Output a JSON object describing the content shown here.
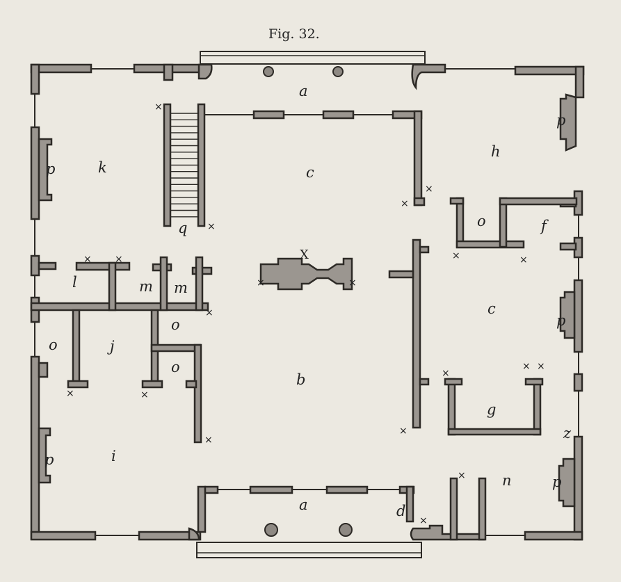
{
  "figure": {
    "title": "Fig. 32."
  },
  "labels": {
    "a_top": "a",
    "a_bottom": "a",
    "c_top": "c",
    "c_right": "c",
    "h": "h",
    "k": "k",
    "p_left_top": "p",
    "p_right_top": "p",
    "p_right_mid": "p",
    "p_left_bottom": "p",
    "p_right_bottom": "p",
    "q": "q",
    "o_upper": "o",
    "f": "f",
    "x_center": "X",
    "l": "l",
    "m_left": "m",
    "m_right": "m",
    "o_mid": "o",
    "o_left": "o",
    "j": "j",
    "o_small": "o",
    "b": "b",
    "g": "g",
    "i": "i",
    "n": "n",
    "d": "d",
    "z": "z"
  },
  "door_marker": "×"
}
